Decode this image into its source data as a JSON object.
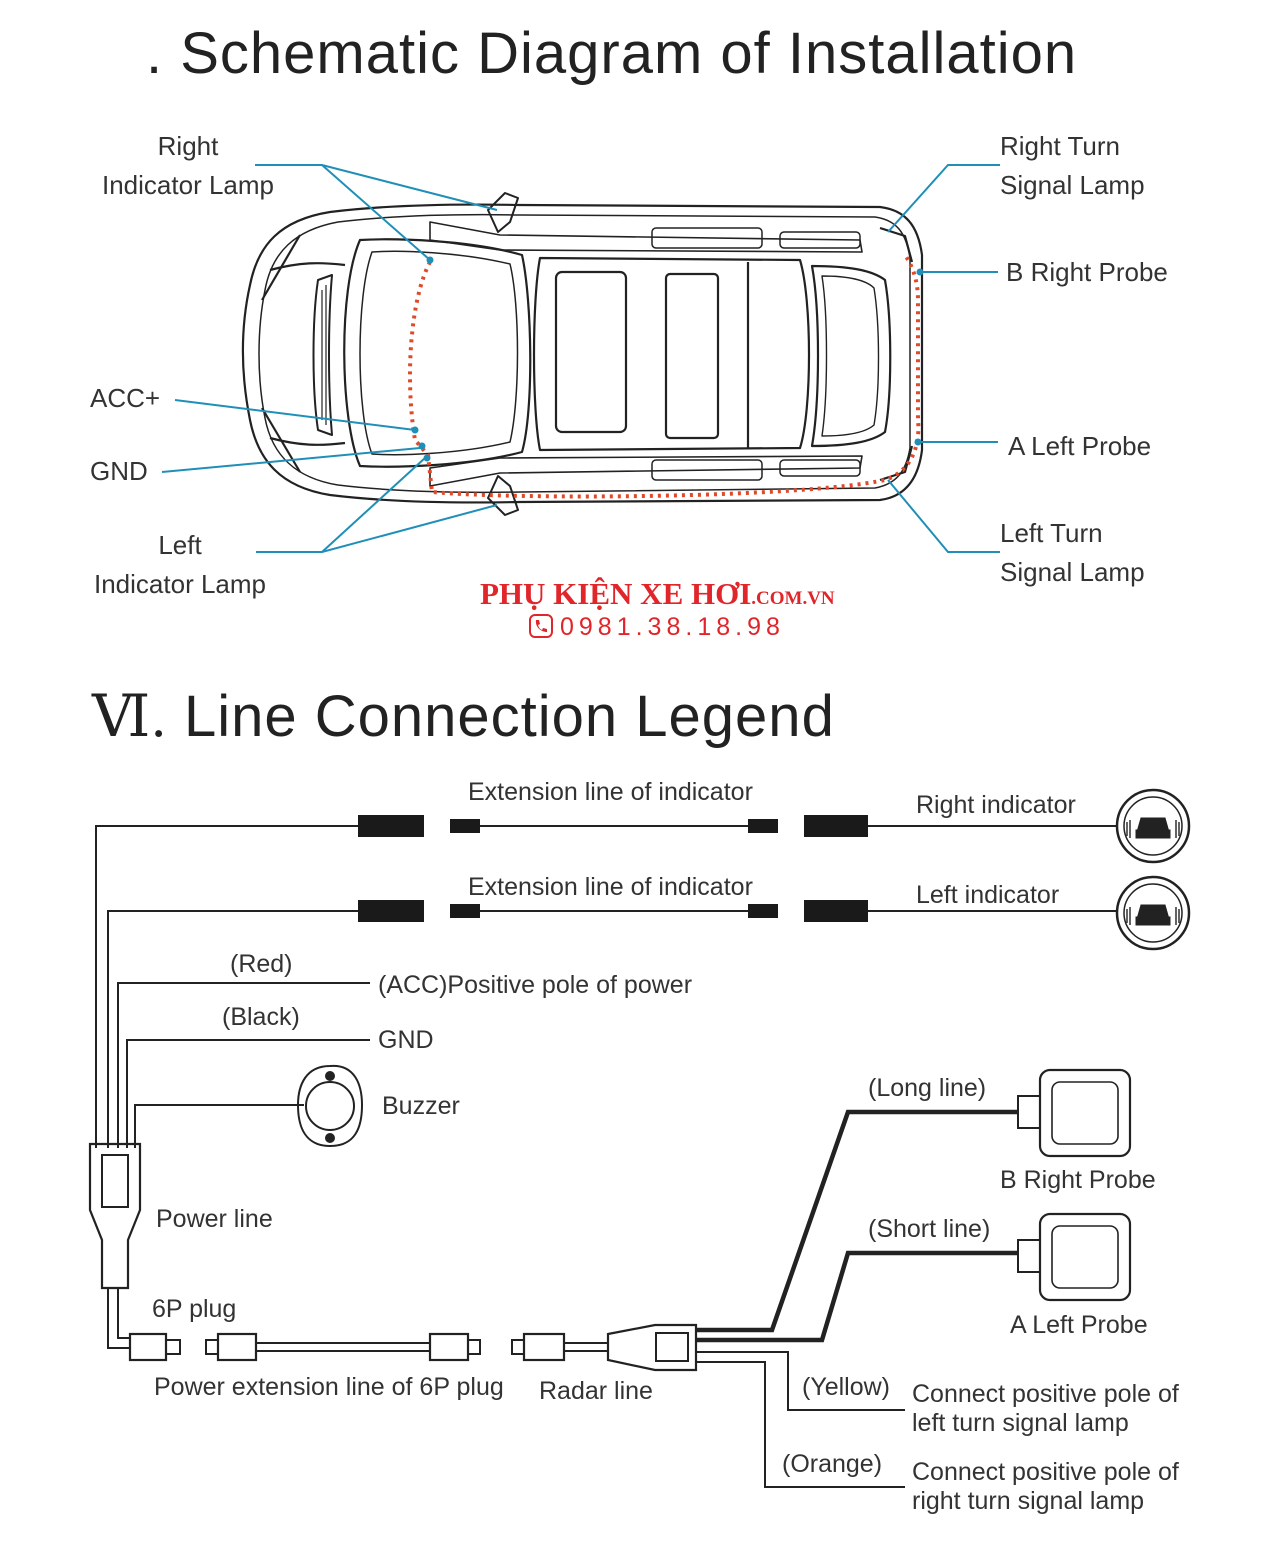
{
  "section1": {
    "title": ". Schematic Diagram of Installation",
    "labels": {
      "right_indicator_lamp": [
        "Right",
        "Indicator Lamp"
      ],
      "right_turn_signal_lamp": [
        "Right Turn",
        "Signal Lamp"
      ],
      "b_right_probe": "B Right Probe",
      "acc": "ACC+",
      "gnd": "GND",
      "a_left_probe": "A Left Probe",
      "left_indicator_lamp": [
        "Left",
        "Indicator Lamp"
      ],
      "left_turn_signal_lamp": [
        "Left Turn",
        "Signal Lamp"
      ]
    }
  },
  "watermark": {
    "brand": "PHỤ KIỆN XE HƠI",
    "domain": ".COM.VN",
    "phone": "0981.38.18.98",
    "color": "#e0262a"
  },
  "section2": {
    "numeral": "Ⅵ.",
    "title": "Line Connection Legend",
    "labels": {
      "ext_line_1": "Extension line of indicator",
      "ext_line_2": "Extension line of indicator",
      "right_indicator": "Right indicator",
      "left_indicator": "Left indicator",
      "red": "(Red)",
      "acc_positive": "(ACC)Positive pole of power",
      "black": "(Black)",
      "gnd": "GND",
      "buzzer": "Buzzer",
      "long_line": "(Long line)",
      "b_right_probe": "B Right Probe",
      "short_line": "(Short line)",
      "a_left_probe": "A Left Probe",
      "power_line": "Power line",
      "six_p_plug": "6P plug",
      "power_ext_6p": "Power extension line of 6P plug",
      "radar_line": "Radar line",
      "yellow": "(Yellow)",
      "yellow_desc": [
        "Connect positive pole of",
        "left turn signal lamp"
      ],
      "orange": "(Orange)",
      "orange_desc": [
        "Connect positive pole of",
        "right turn signal lamp"
      ]
    }
  },
  "colors": {
    "callout": "#1f8fb8",
    "wiring": "#e04a2a",
    "ink": "#222222"
  }
}
